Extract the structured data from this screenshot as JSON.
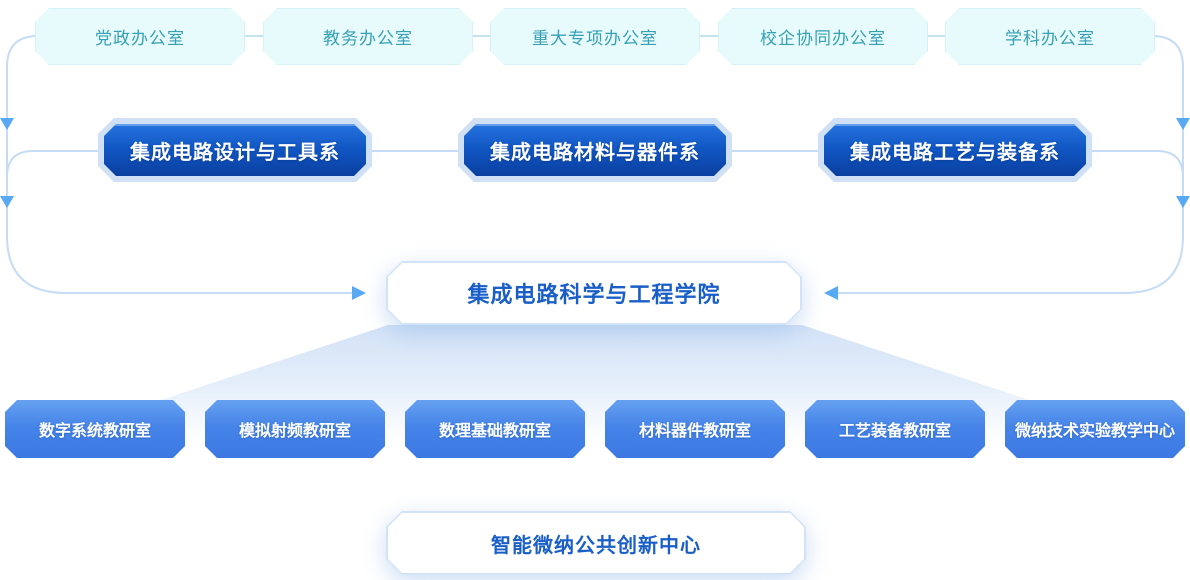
{
  "offices": {
    "items": [
      "党政办公室",
      "教务办公室",
      "重大专项办公室",
      "校企协同办公室",
      "学科办公室"
    ]
  },
  "departments": {
    "items": [
      "集成电路设计与工具系",
      "集成电路材料与器件系",
      "集成电路工艺与装备系"
    ]
  },
  "college": {
    "label": "集成电路科学与工程学院"
  },
  "teaching_offices": {
    "items": [
      "数字系统教研室",
      "模拟射频教研室",
      "数理基础教研室",
      "材料器件教研室",
      "工艺装备教研室",
      "微纳技术实验教学中心"
    ]
  },
  "innovation_center": {
    "label": "智能微纳公共创新中心"
  },
  "colors": {
    "office_fill": "#e7fafc",
    "office_text": "#36a0b5",
    "dept_halo": "#d0e0f5",
    "dept_gradient_top": "#2573df",
    "dept_gradient_bottom": "#0a3f9f",
    "teaching_gradient_top": "#66a1f0",
    "teaching_gradient_bottom": "#3b78e2",
    "heading_text": "#1a5fc8",
    "line_blue": "#c6dcf6",
    "line_cyan": "#c4e5f0",
    "arrow": "#58a9f4"
  }
}
